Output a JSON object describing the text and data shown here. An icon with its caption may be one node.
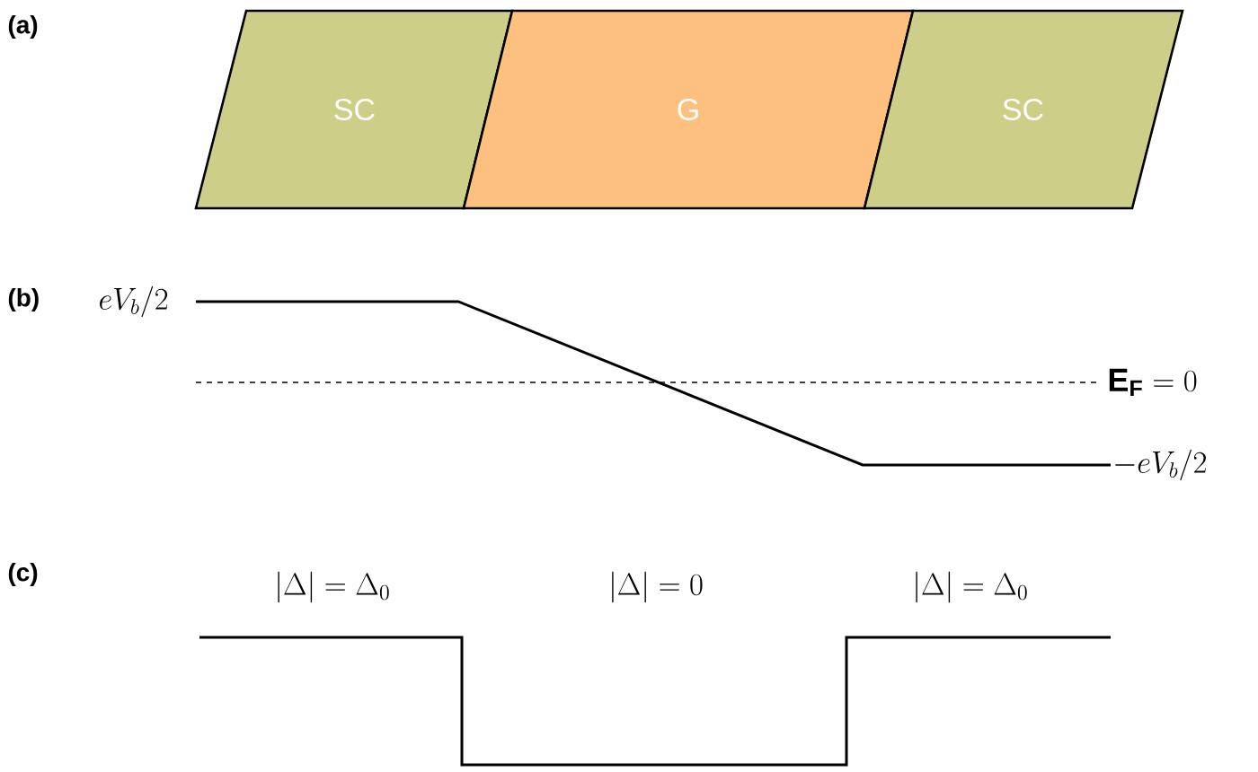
{
  "diagram": {
    "nodes": [
      {
        "text": [
          "SC"
        ]
      },
      {
        "text": [
          "G"
        ]
      },
      {
        "text": [
          "SC"
        ]
      }
    ],
    "labels": [
      "(a)",
      "(b)",
      "eV_b/2",
      "\\mathbf{E}_{\\mathbf{F}}=0",
      "-eV_b/2",
      "(c)",
      "|\\Delta|=\\Delta_0",
      "|\\Delta|=0",
      "|\\Delta|=\\Delta_0"
    ]
  }
}
